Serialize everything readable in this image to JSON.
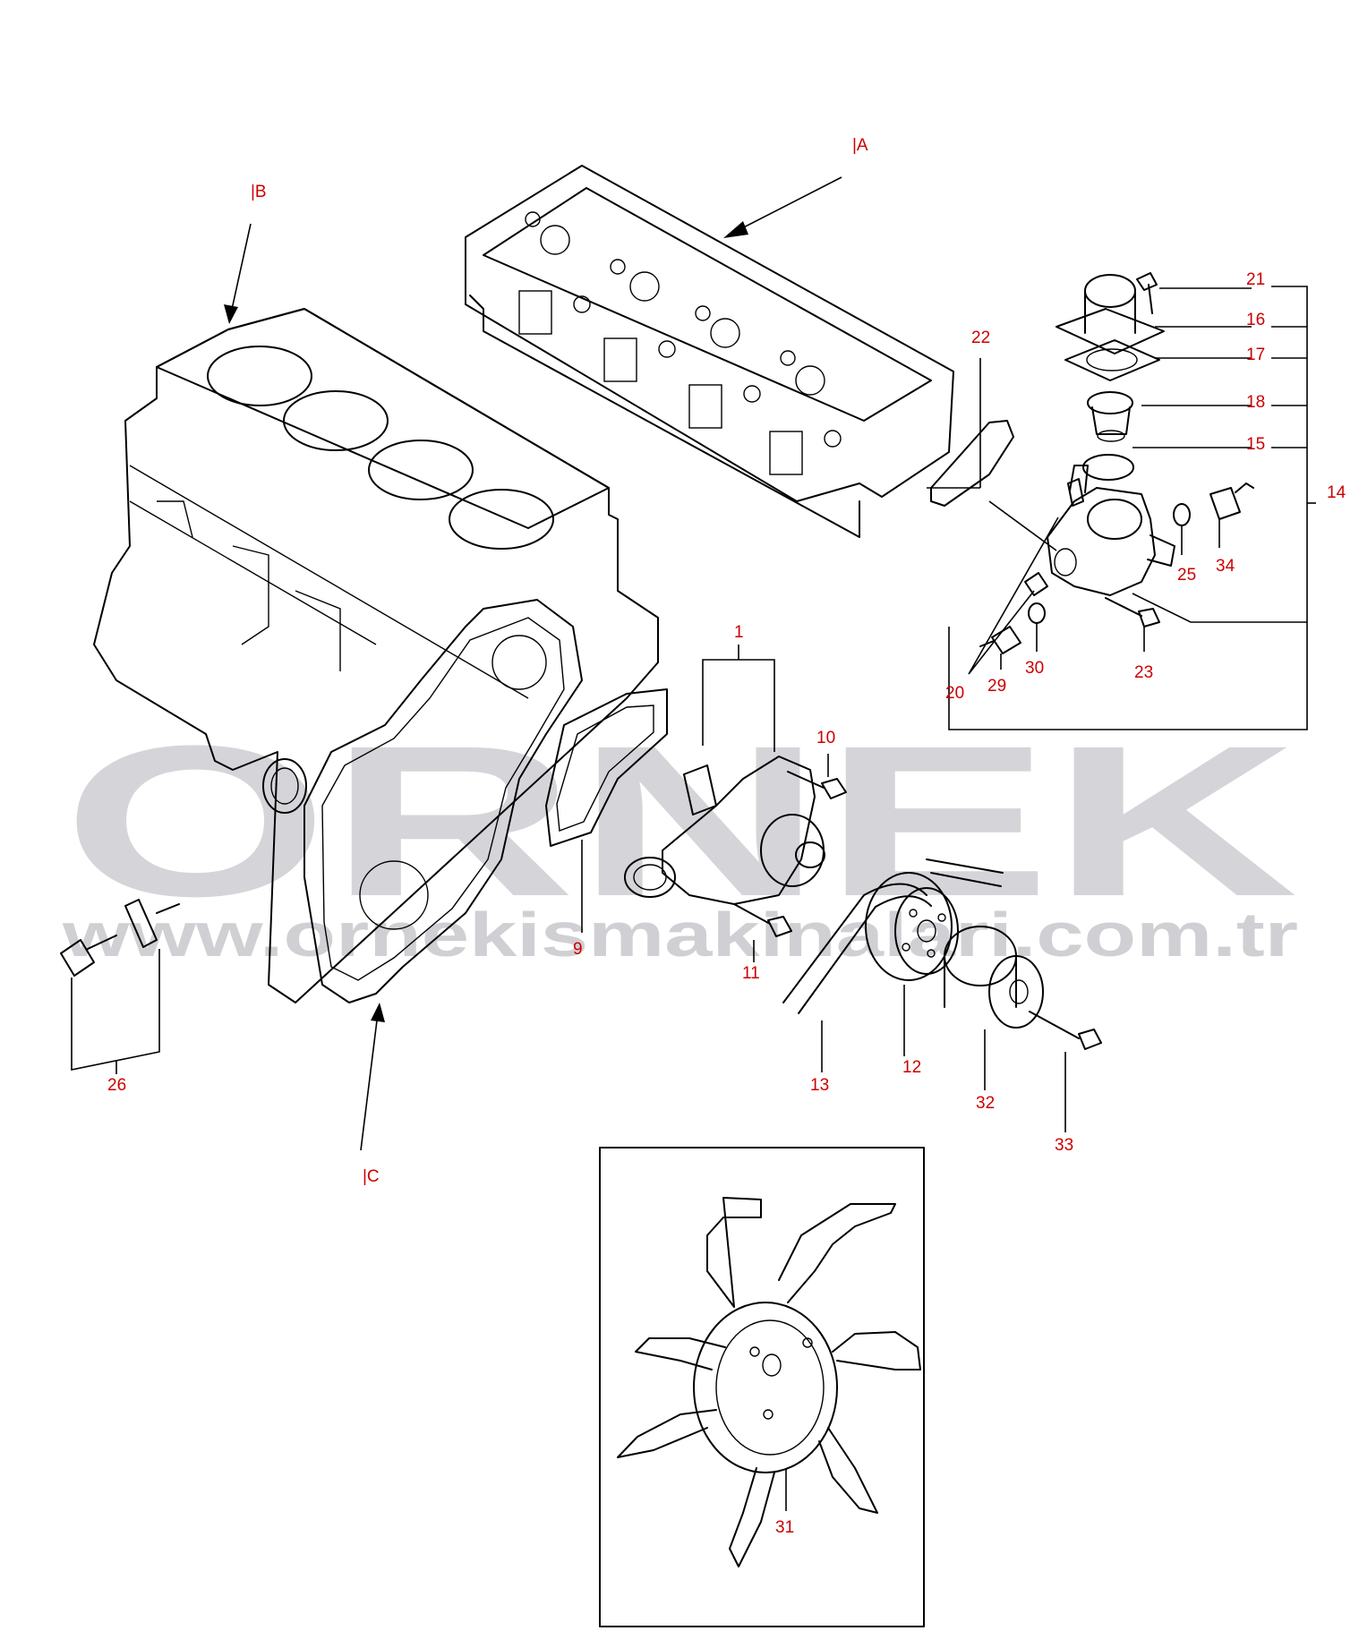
{
  "watermark": {
    "brand": "ORNEK",
    "url": "www.ornekismakinalari.com.tr",
    "color": "#c8c8cd"
  },
  "label_color": "#cc0000",
  "callouts": {
    "a": "|A",
    "b": "|B",
    "c": "|C",
    "n1": "1",
    "n9": "9",
    "n10": "10",
    "n11": "11",
    "n12": "12",
    "n13": "13",
    "n14": "14",
    "n15": "15",
    "n16": "16",
    "n17": "17",
    "n18": "18",
    "n20": "20",
    "n21": "21",
    "n22": "22",
    "n23": "23",
    "n25": "25",
    "n26": "26",
    "n29": "29",
    "n30": "30",
    "n31": "31",
    "n32": "32",
    "n33": "33",
    "n34": "34"
  }
}
